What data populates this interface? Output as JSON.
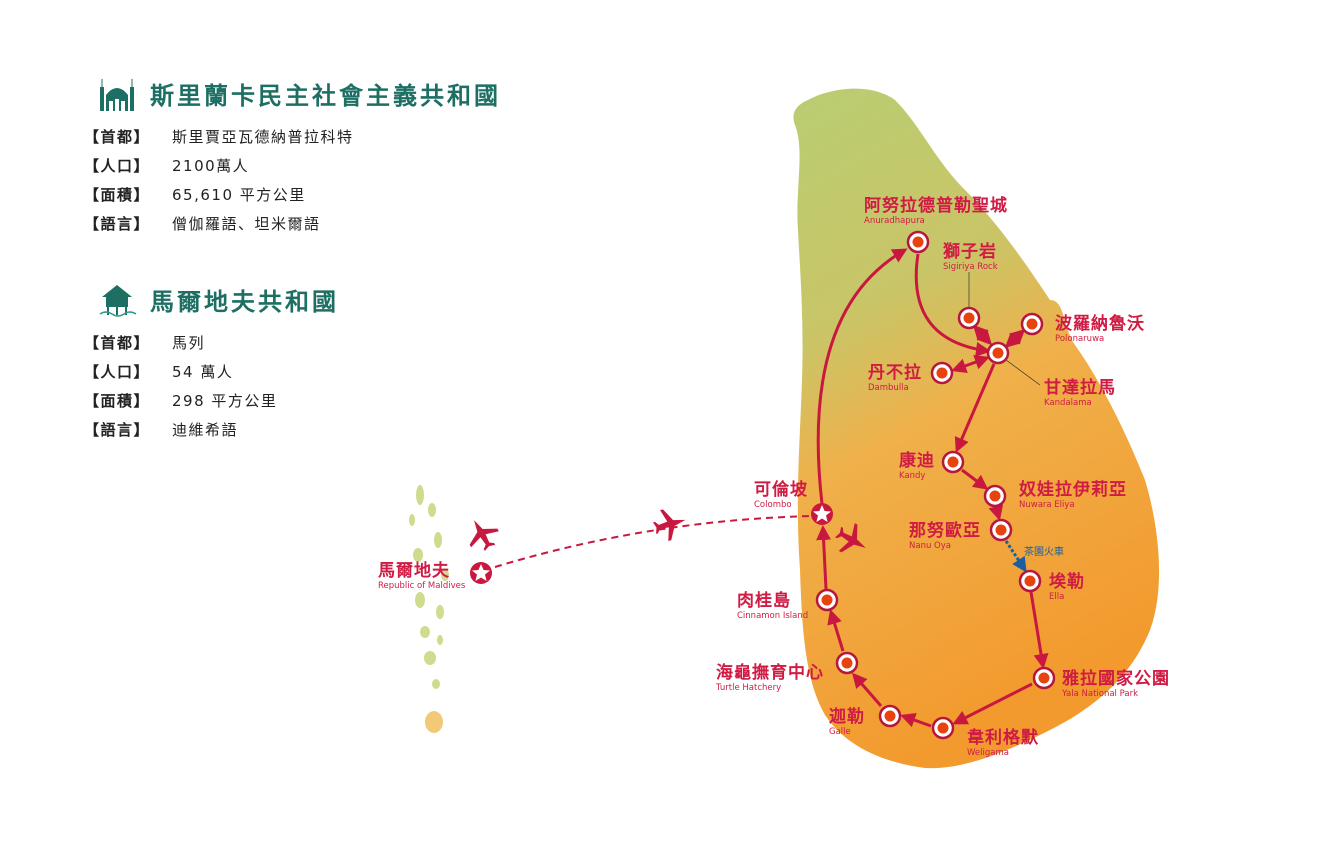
{
  "countries": [
    {
      "title": "斯里蘭卡民主社會主義共和國",
      "icon": "mosque-icon",
      "facts": [
        {
          "key": "【首都】",
          "value": "斯里賈亞瓦德納普拉科特"
        },
        {
          "key": "【人口】",
          "value": "2100萬人"
        },
        {
          "key": "【面積】",
          "value": "65,610 平方公里"
        },
        {
          "key": "【語言】",
          "value": "僧伽羅語、坦米爾語"
        }
      ]
    },
    {
      "title": "馬爾地夫共和國",
      "icon": "stilt-house-icon",
      "facts": [
        {
          "key": "【首都】",
          "value": "馬列"
        },
        {
          "key": "【人口】",
          "value": "54 萬人"
        },
        {
          "key": "【面積】",
          "value": "298 平方公里"
        },
        {
          "key": "【語言】",
          "value": "迪維希語"
        }
      ]
    }
  ],
  "places": [
    {
      "zh": "阿努拉德普勒聖城",
      "en": "Anuradhapura"
    },
    {
      "zh": "獅子岩",
      "en": "Sigiriya Rock"
    },
    {
      "zh": "波羅納魯沃",
      "en": "Polonaruwa"
    },
    {
      "zh": "甘達拉馬",
      "en": "Kandalama"
    },
    {
      "zh": "丹不拉",
      "en": "Dambulla"
    },
    {
      "zh": "康迪",
      "en": "Kandy"
    },
    {
      "zh": "奴娃拉伊莉亞",
      "en": "Nuwara Eliya"
    },
    {
      "zh": "那努歐亞",
      "en": "Nanu Oya"
    },
    {
      "zh": "埃勒",
      "en": "Ella"
    },
    {
      "zh": "雅拉國家公園",
      "en": "Yala National Park"
    },
    {
      "zh": "韋利格默",
      "en": "Weligama"
    },
    {
      "zh": "迦勒",
      "en": "Galle"
    },
    {
      "zh": "海龜撫育中心",
      "en": "Turtle Hatchery"
    },
    {
      "zh": "肉桂島",
      "en": "Cinnamon Island"
    },
    {
      "zh": "可倫坡",
      "en": "Colombo"
    },
    {
      "zh": "馬爾地夫",
      "en": "Republic of Maldives"
    }
  ],
  "train_label": "茶園火車",
  "colors": {
    "route": "#c8183f",
    "title": "#1d6f63",
    "train": "#1b5fa0",
    "land_north": "#b5cb6c",
    "land_south": "#f0952a"
  }
}
